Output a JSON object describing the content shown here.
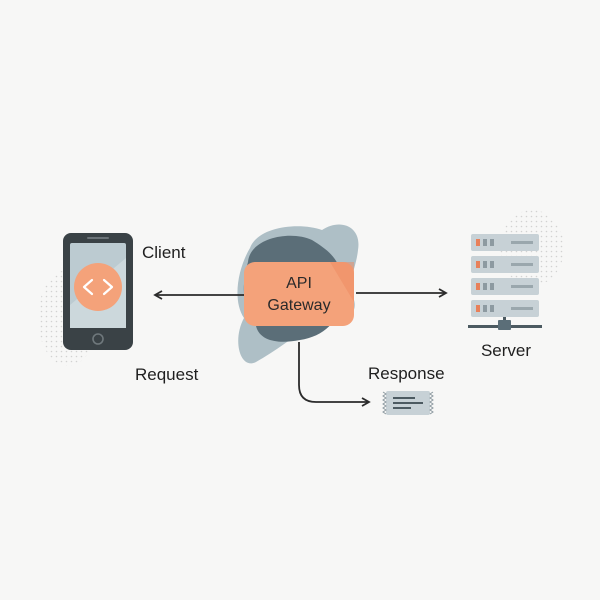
{
  "diagram": {
    "client_label": "Client",
    "gateway_line1": "API",
    "gateway_line2": "Gateway",
    "server_label": "Server",
    "request_label": "Request",
    "response_label": "Response"
  },
  "icons": {
    "client": "smartphone-icon",
    "code": "code-brackets-icon",
    "server": "server-rack-icon",
    "document": "document-icon"
  },
  "colors": {
    "background": "#f7f7f6",
    "accent_orange": "#f4a27a",
    "orange_dark": "#ee8a5f",
    "slate_dark": "#5b6e78",
    "slate_light": "#aebfc6",
    "phone_body": "#3a4246",
    "server_light": "#c7d1d6",
    "server_led": "#e8805a",
    "arrow": "#2b2b2b"
  }
}
